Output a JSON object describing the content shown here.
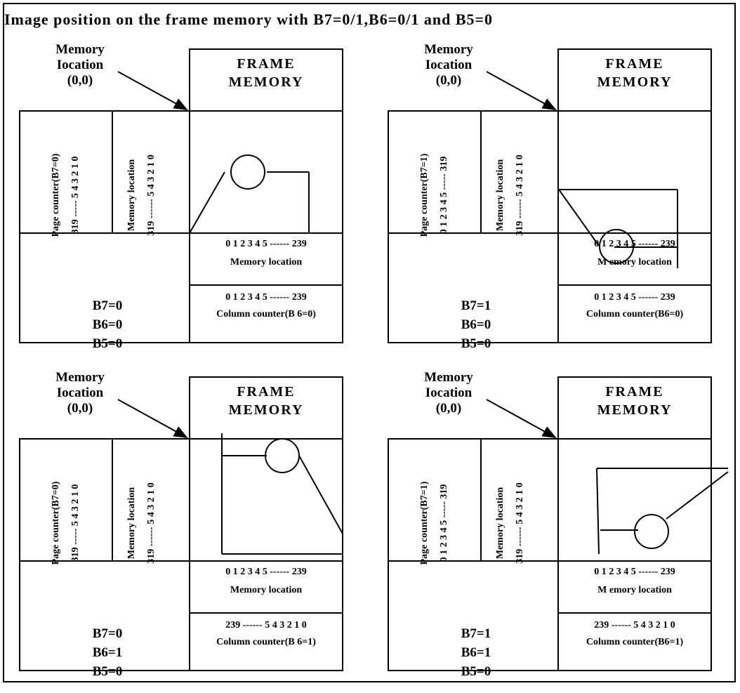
{
  "title": "Image position on the frame memory with B7=0/1,B6=0/1 and B5=0",
  "panels": [
    {
      "memory_label": [
        "Memory",
        "Iocation",
        "(0,0)"
      ],
      "frame_title": [
        "FRAME",
        "MEMORY"
      ],
      "vert_labels": [
        "Page counter(B7=0)",
        "319 ----- 5 4 3 2 1 0",
        "Memory location",
        "319 ------ 5 4 3 2 1 0"
      ],
      "b_values": [
        "B7=0",
        "B6=0",
        "B5=0"
      ],
      "bottom_rows": [
        "0 1 2 3 4 5 ------ 239",
        "Memory  location",
        "0 1 2 3 4 5  ------  239",
        "Column     counter(B 6=0)"
      ]
    },
    {
      "memory_label": [
        "Memory",
        "Iocation",
        "(0,0)"
      ],
      "frame_title": [
        "FRAME",
        "MEMORY"
      ],
      "vert_labels": [
        "Page counter(B7=1)",
        "0 1 2 3 4 5 ----- 319",
        "Memory location",
        "319 ------ 5 4 3 2 1 0"
      ],
      "b_values": [
        "B7=1",
        "B6=0",
        "B5=0"
      ],
      "bottom_rows": [
        "0 1 2 3 4 5 ------ 239",
        "M emory  location",
        "0 1 2 3 4 5  ------  239",
        "Column    counter(B6=0)"
      ]
    },
    {
      "memory_label": [
        "Memory",
        "Iocation",
        "(0,0)"
      ],
      "frame_title": [
        "FRAME",
        "MEMORY"
      ],
      "vert_labels": [
        "Page counter(B7=0)",
        "319 ----- 5 4 3 2 1 0",
        "Memory location",
        "319 ------ 5 4 3 2 1 0"
      ],
      "b_values": [
        "B7=0",
        "B6=1",
        "B5=0"
      ],
      "bottom_rows": [
        "0 1 2 3 4 5 ------ 239",
        "Memory  location",
        "239 ------ 5 4 3 2 1 0",
        "Column     counter(B 6=1)"
      ]
    },
    {
      "memory_label": [
        "Memory",
        "Iocation",
        "(0,0)"
      ],
      "frame_title": [
        "FRAME",
        "MEMORY"
      ],
      "vert_labels": [
        "Page counter(B7=1)",
        "0 1 2 3 4 5 ----- 319",
        "Memory location",
        "319 ------ 5 4 3 2 1 0"
      ],
      "b_values": [
        "B7=1",
        "B6=1",
        "B5=0"
      ],
      "bottom_rows": [
        "0 1 2 3 4 5 ------ 239",
        "M emory  location",
        "239 ------ 5 4 3 2 1 0",
        "Column    counter(B6=1)"
      ]
    }
  ]
}
